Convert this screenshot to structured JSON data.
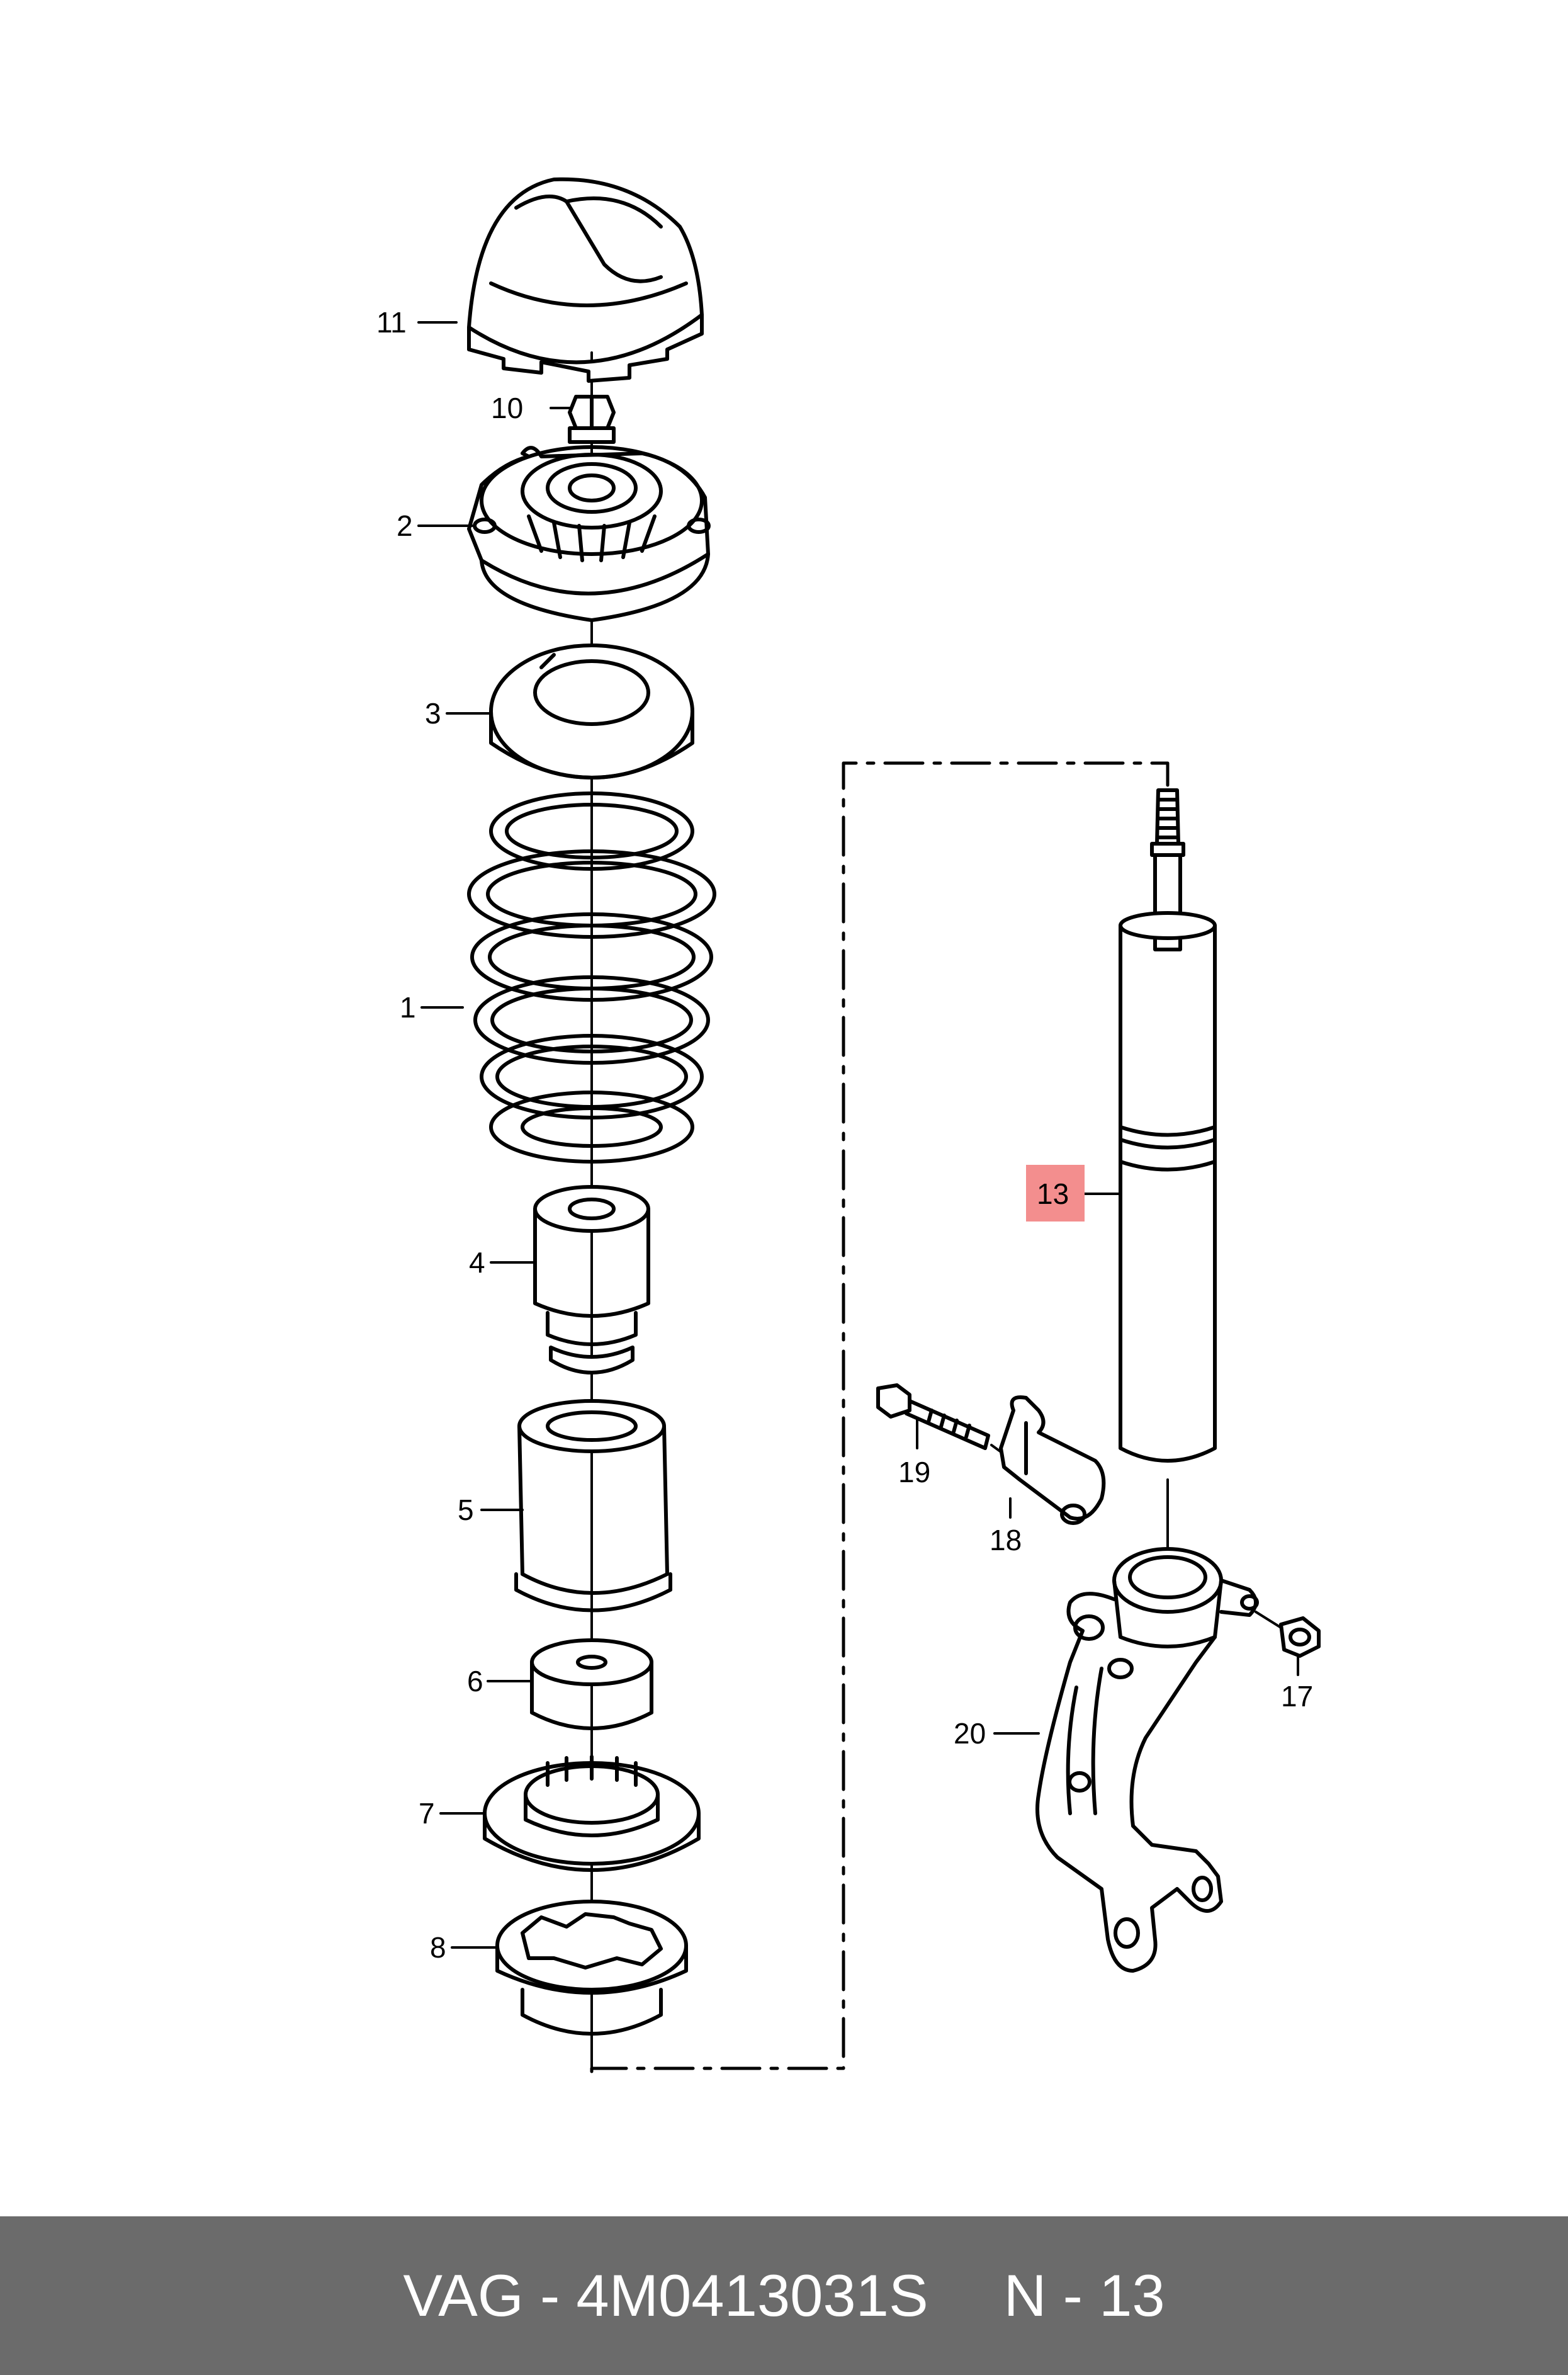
{
  "labels": {
    "p1": "1",
    "p2": "2",
    "p3": "3",
    "p4": "4",
    "p5": "5",
    "p6": "6",
    "p7": "7",
    "p8": "8",
    "p10": "10",
    "p11": "11",
    "p13": "13",
    "p17": "17",
    "p18": "18",
    "p19": "19",
    "p20": "20"
  },
  "highlight_color": "#f38e8e",
  "footer": {
    "part_number": "VAG - 4M0413031S",
    "ref": "N - 13"
  }
}
